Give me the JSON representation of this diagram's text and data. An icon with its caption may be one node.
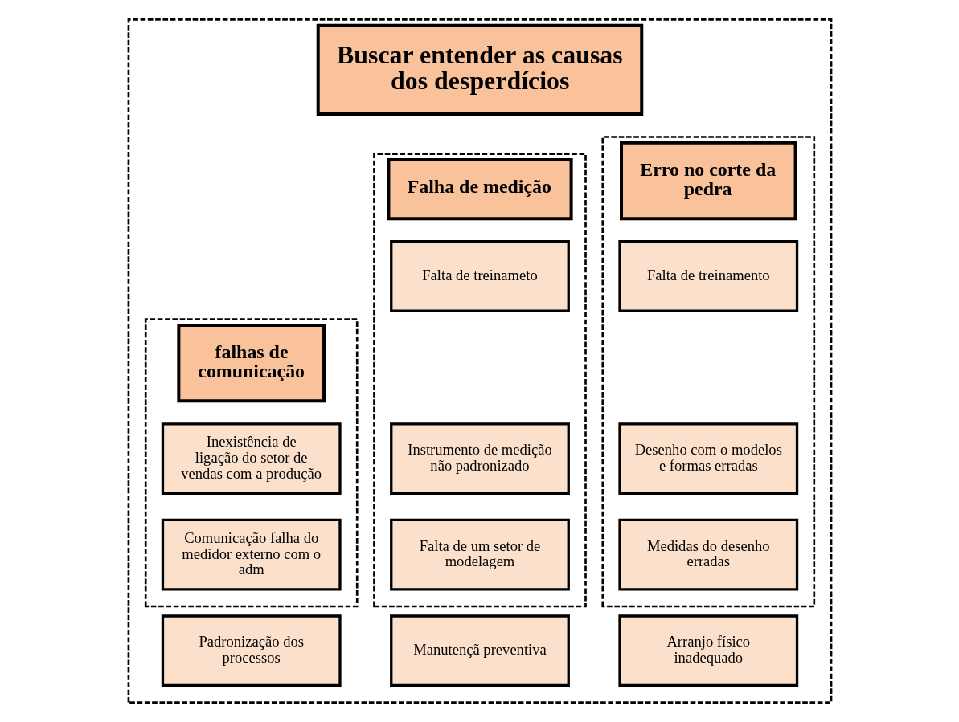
{
  "diagram": {
    "nodes": [
      {
        "text": [
          "Buscar entender as causas dos desperdícios"
        ]
      },
      {
        "text": [
          "Erro no corte da pedra"
        ],
        "in": 0
      },
      {
        "text": [
          "Falta de treinamento"
        ],
        "in": 1
      },
      {
        "text": [
          "Desenho com o modelos e formas erradas"
        ],
        "in": 1
      },
      {
        "text": [
          "Medidas do desenho erradas"
        ],
        "in": 1
      },
      {
        "text": [
          "Falha de medição"
        ],
        "in": 0
      },
      {
        "text": [
          "Falta de treinameto"
        ],
        "in": 5
      },
      {
        "text": [
          "Instrumento de medição não padronizado"
        ],
        "in": 5
      },
      {
        "text": [
          "Falta de um setor de modelagem"
        ],
        "in": 5
      },
      {
        "text": [
          "falhas de comunicação"
        ],
        "in": 0
      },
      {
        "text": [
          "Inexistência de ligação do setor de vendas com a produção"
        ],
        "in": 9
      },
      {
        "text": [
          "Comunicação falha do medidor externo com o adm"
        ],
        "in": 9
      },
      {
        "text": [
          "Arranjo físico inadequado"
        ],
        "in": 0
      },
      {
        "text": [
          "Manutençã preventiva"
        ],
        "in": 0
      },
      {
        "text": [
          "Padronização dos processos"
        ],
        "in": 0
      }
    ]
  }
}
